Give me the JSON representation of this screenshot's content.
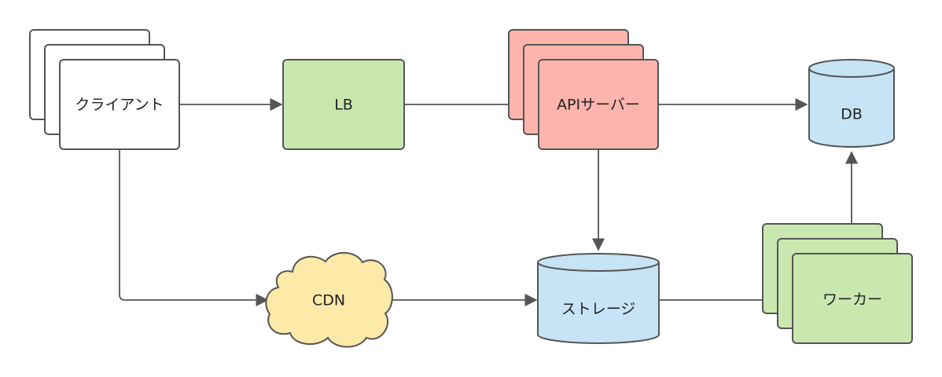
{
  "colors": {
    "stroke": "#555555",
    "client_fill": "#ffffff",
    "lb_fill": "#c9e8b0",
    "api_fill": "#fdb4ad",
    "cylinder_fill": "#c7e4f6",
    "cdn_fill": "#fde9a8",
    "worker_fill": "#c9e8b0",
    "arrow": "#555555"
  },
  "nodes": {
    "client": {
      "label": "クライアント",
      "shape": "stacked-rect"
    },
    "lb": {
      "label": "LB",
      "shape": "rect"
    },
    "api": {
      "label": "APIサーバー",
      "shape": "stacked-rect"
    },
    "db": {
      "label": "DB",
      "shape": "cylinder"
    },
    "cdn": {
      "label": "CDN",
      "shape": "cloud"
    },
    "storage": {
      "label": "ストレージ",
      "shape": "cylinder"
    },
    "worker": {
      "label": "ワーカー",
      "shape": "stacked-rect"
    }
  },
  "edges": [
    {
      "from": "client",
      "to": "lb"
    },
    {
      "from": "lb",
      "to": "api"
    },
    {
      "from": "api",
      "to": "db"
    },
    {
      "from": "api",
      "to": "storage"
    },
    {
      "from": "client",
      "to": "cdn"
    },
    {
      "from": "cdn",
      "to": "storage"
    },
    {
      "from": "storage",
      "to": "worker"
    },
    {
      "from": "worker",
      "to": "db"
    }
  ]
}
